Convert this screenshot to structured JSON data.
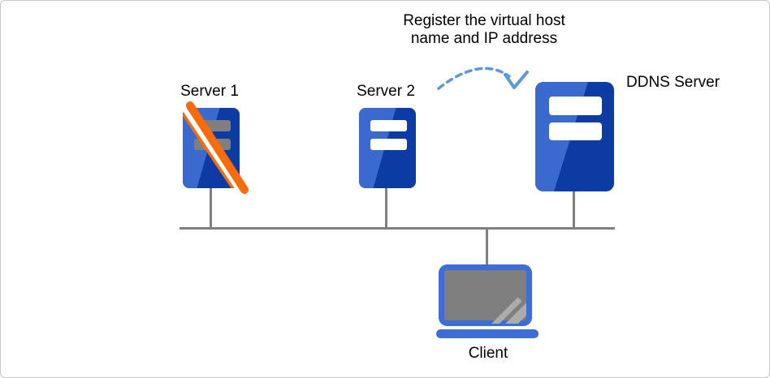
{
  "title": {
    "line1": "Register the virtual host",
    "line2": "name and IP address"
  },
  "nodes": {
    "server1": {
      "label": "Server 1",
      "status": "unavailable-crossed-out"
    },
    "server2": {
      "label": "Server 2",
      "status": "active"
    },
    "ddns": {
      "label": "DDNS Server",
      "status": "active"
    },
    "client": {
      "label": "Client"
    }
  },
  "colors": {
    "canvas_border": "#c8c8c8",
    "text_color": "#000000",
    "server_light": "#3a6acd",
    "server_dark": "#0b3ba3",
    "bar_white": "#ffffff",
    "bar_gray": "#7f7f7f",
    "slash_orange": "#fa6b0a",
    "slash_white": "#ffffff",
    "wire_gray": "#808080",
    "arrow_blue": "#5b9bd5",
    "laptop_blue": "#3e6dd6",
    "screen_gray": "#7f7f7f",
    "screen_stripe": "#ababab"
  }
}
